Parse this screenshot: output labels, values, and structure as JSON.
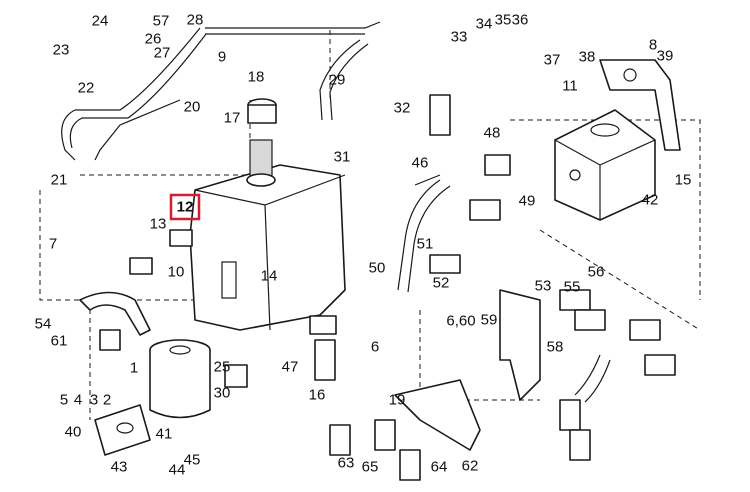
{
  "diagram": {
    "highlighted_callout": "12",
    "highlight_color": "#d21f2f",
    "line_color": "#1a1a1a",
    "background_color": "#ffffff",
    "callouts": [
      "1",
      "2",
      "3",
      "4",
      "5",
      "6",
      "6,60",
      "7",
      "8",
      "9",
      "10",
      "11",
      "12",
      "13",
      "14",
      "15",
      "16",
      "17",
      "18",
      "19",
      "20",
      "21",
      "22",
      "23",
      "24",
      "25",
      "26",
      "27",
      "28",
      "29",
      "30",
      "31",
      "32",
      "33",
      "34",
      "35",
      "36",
      "37",
      "38",
      "39",
      "40",
      "41",
      "42",
      "43",
      "44",
      "45",
      "46",
      "47",
      "48",
      "49",
      "50",
      "51",
      "52",
      "53",
      "54",
      "55",
      "56",
      "57",
      "58",
      "59",
      "61",
      "62",
      "63",
      "64",
      "65"
    ]
  }
}
